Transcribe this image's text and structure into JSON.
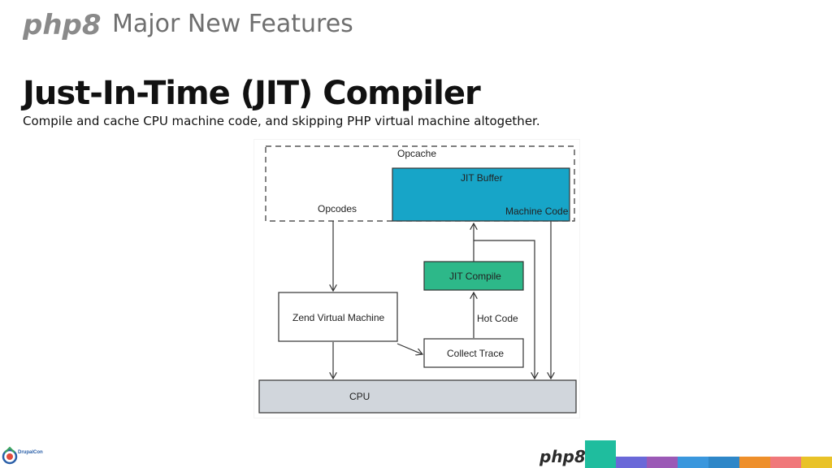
{
  "header": {
    "logo_text": "php8",
    "subtitle": "Major New Features"
  },
  "slide": {
    "title": "Just-In-Time (JIT) Compiler",
    "description": "Compile and cache CPU machine code, and skipping PHP virtual machine altogether."
  },
  "diagram": {
    "opcache_label": "Opcache",
    "opcodes_label": "Opcodes",
    "jit_buffer_label": "JIT Buffer",
    "machine_code_label": "Machine Code",
    "jit_compile_label": "JIT Compile",
    "zend_vm_label": "Zend Virtual Machine",
    "hot_code_label": "Hot Code",
    "collect_trace_label": "Collect Trace",
    "cpu_label": "CPU",
    "colors": {
      "jit_buffer": "#17a5c8",
      "jit_compile": "#2db889",
      "cpu": "#d1d6dc"
    }
  },
  "footer": {
    "logo_text": "php8",
    "event_logo_text": "DrupalCon",
    "bar_colors": [
      "#1fbd9e",
      "#6a68d8",
      "#9b59b6",
      "#3a97dd",
      "#2e87c8",
      "#ee8f2b",
      "#f0787a",
      "#e9c227",
      "#e23b1f"
    ]
  }
}
